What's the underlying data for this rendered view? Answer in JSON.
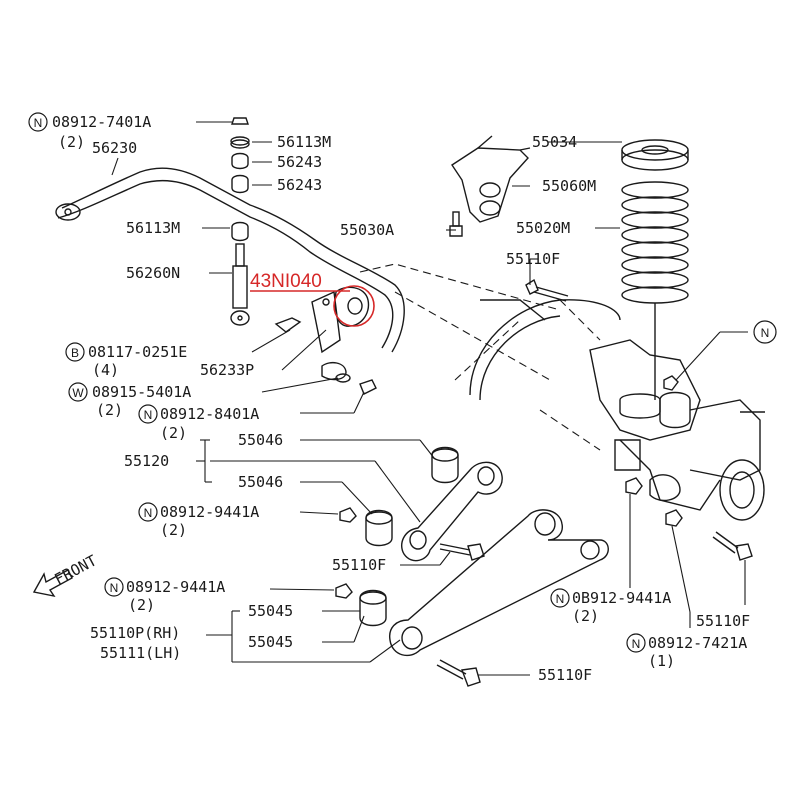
{
  "prefixes": {
    "n": "N",
    "b": "B",
    "w": "W"
  },
  "labels": {
    "n08912_7401a": "08912-7401A",
    "qty_2": "(2)",
    "qty_4": "(4)",
    "qty_1": "(1)",
    "p56230": "56230",
    "p56113m": "56113M",
    "p56243": "56243",
    "p56260n": "56260N",
    "b08117_0251e": "08117-0251E",
    "p56233p": "56233P",
    "w08915_5401a": "08915-5401A",
    "n08912_8401a": "08912-8401A",
    "p55046": "55046",
    "p55120": "55120",
    "n08912_9441a": "08912-9441A",
    "n0b912_9441a": "0B912-9441A",
    "p55110f": "55110F",
    "front": "FRONT",
    "p55045": "55045",
    "p55110p_rh": "55110P(RH)",
    "p55111_lh": "55111(LH)",
    "p55030a": "55030A",
    "p55034": "55034",
    "p55060m": "55060M",
    "p55020m": "55020M",
    "n08912_7421a": "08912-7421A"
  },
  "highlight": {
    "label": "43NI040",
    "color": "#d62828"
  }
}
